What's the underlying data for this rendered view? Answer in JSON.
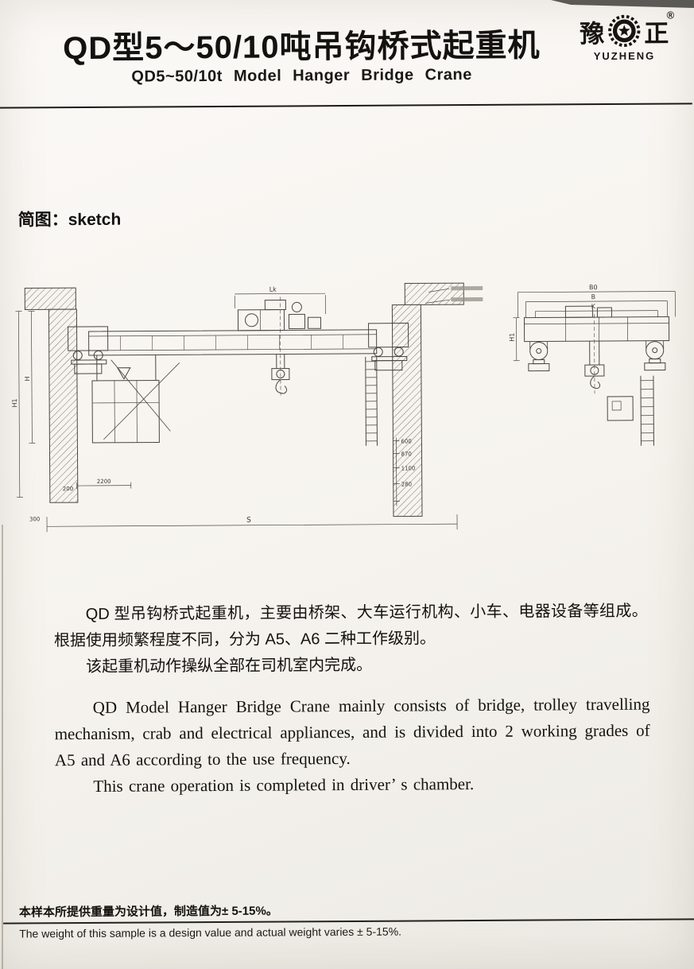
{
  "header": {
    "title_zh": "QD型5～50/10吨吊钩桥式起重机",
    "title_en": "QD5~50/10t Model Hanger Bridge Crane",
    "logo": {
      "char_left": "豫",
      "char_right": "正",
      "registered": "®",
      "brand": "YUZHENG"
    }
  },
  "sketch": {
    "label": "简图：sketch",
    "dims": {
      "lk": "Lk",
      "h": "H",
      "h1": "H1",
      "h1r": "H1",
      "s": "S",
      "b0": "B0",
      "b": "B",
      "k": "K",
      "d600": "600",
      "d870": "870",
      "d1100": "1100",
      "d280": "280",
      "d2200": "2200",
      "d200": "200",
      "d300": "300"
    }
  },
  "body": {
    "zh_para1": "QD 型吊钩桥式起重机，主要由桥架、大车运行机构、小车、电器设备等组成。根据使用频繁程度不同，分为 A5、A6 二种工作级别。",
    "zh_para2": "该起重机动作操纵全部在司机室内完成。",
    "en_para1": "QD Model Hanger Bridge Crane mainly consists of bridge, trolley travelling mechanism, crab and electrical appliances, and is divided into 2 working grades of A5 and A6 according to the use frequency.",
    "en_para2": "This crane operation is completed in driver’ s chamber."
  },
  "footer": {
    "note_zh": "本样本所提供重量为设计值，制造值为± 5-15%。",
    "note_en": "The weight of this sample is a design value and actual weight varies ± 5-15%."
  }
}
